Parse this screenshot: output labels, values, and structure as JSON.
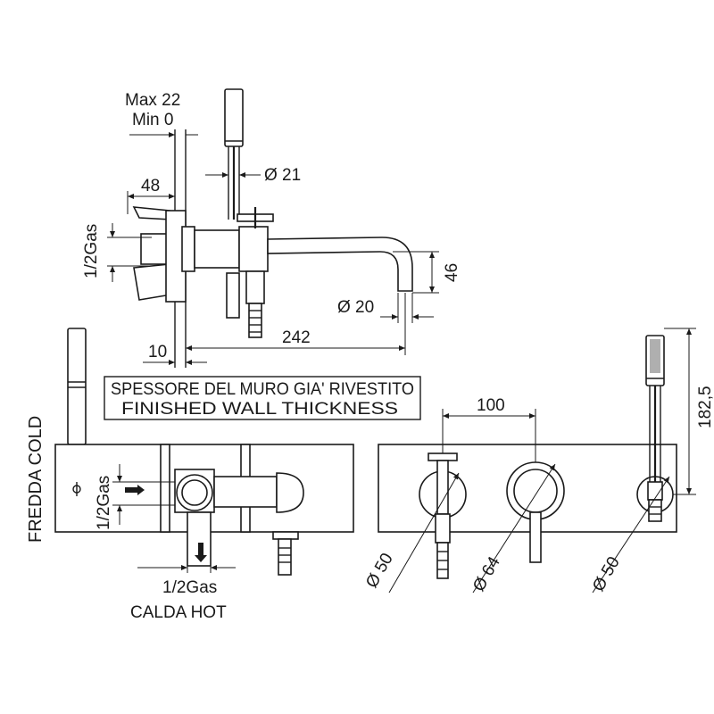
{
  "labels": {
    "max": "Max 22",
    "min": "Min 0",
    "d21": "Ø 21",
    "d48": "48",
    "gas_left": "1/2Gas",
    "d46": "46",
    "d20": "Ø 20",
    "d10": "10",
    "d242": "242",
    "wall_it": "SPESSORE DEL MURO GIA' RIVESTITO",
    "wall_en": "FINISHED WALL THICKNESS",
    "fredda": "FREDDA COLD",
    "gas_side": "1/2Gas",
    "gas_bottom": "1/2Gas",
    "calda": "CALDA HOT",
    "d100": "100",
    "d1825": "182,5",
    "d50a": "Ø 50",
    "d64": "Ø 64",
    "d50b": "Ø 50"
  }
}
